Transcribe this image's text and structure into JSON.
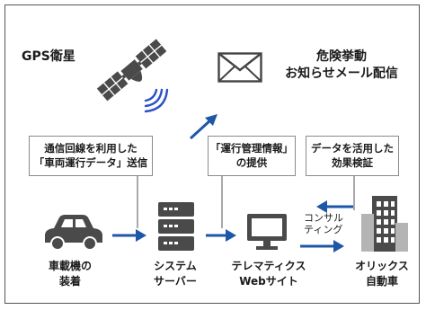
{
  "gps": {
    "label": "GPS衛星",
    "icon": "satellite-icon"
  },
  "alert": {
    "line1": "危険挙動",
    "line2": "お知らせメール配信",
    "icon": "mail-envelope-icon"
  },
  "callouts": [
    {
      "line1": "通信回線を利用した",
      "line2": "「車両運行データ」送信"
    },
    {
      "line1": "「運行管理情報」",
      "line2": "の提供"
    },
    {
      "line1": "データを活用した",
      "line2": "効果検証"
    }
  ],
  "nodes": {
    "car": {
      "line1": "車載機の",
      "line2": "装着",
      "icon": "car-icon"
    },
    "server": {
      "line1": "システム",
      "line2": "サーバー",
      "icon": "server-icon"
    },
    "telematics": {
      "line1": "テレマティクス",
      "line2": "Webサイト",
      "icon": "monitor-icon"
    },
    "orix": {
      "line1": "オリックス",
      "line2": "自動車",
      "icon": "building-icon"
    }
  },
  "consulting": {
    "line1": "コンサル",
    "line2": "ティング"
  },
  "colors": {
    "arrow": "#1f57a8",
    "icon": "#4a4a4a",
    "signal": "#2a50c8",
    "box_border": "#8a8a8a",
    "connector": "#a9a9a9"
  }
}
